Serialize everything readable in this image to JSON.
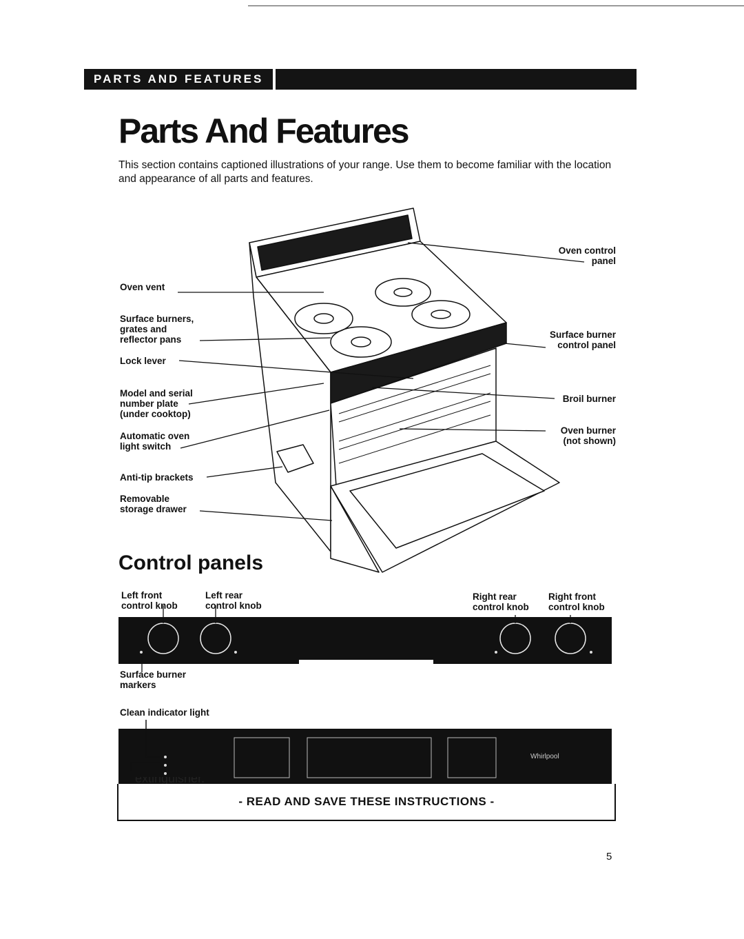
{
  "banner": "PARTS AND FEATURES",
  "title": "Parts And Features",
  "intro": "This section contains captioned illustrations of your range. Use them to become familiar with the location and appearance of all parts and features.",
  "range_labels": {
    "oven_vent": "Oven vent",
    "surface_burners": "Surface burners,\ngrates and\nreflector pans",
    "lock_lever": "Lock lever",
    "model_serial": "Model and serial\nnumber plate\n(under cooktop)",
    "auto_light": "Automatic oven\nlight switch",
    "anti_tip": "Anti-tip brackets",
    "storage_drawer": "Removable\nstorage drawer",
    "oven_control_panel": "Oven control\npanel",
    "surface_burner_control": "Surface burner\ncontrol panel",
    "broil_burner": "Broil burner",
    "oven_burner": "Oven burner\n(not shown)"
  },
  "control_panels_heading": "Control panels",
  "knob_labels": {
    "left_front": "Left front\ncontrol knob",
    "left_rear": "Left rear\ncontrol knob",
    "right_rear": "Right rear\ncontrol knob",
    "right_front": "Right front\ncontrol knob"
  },
  "surface_markers": "Surface burner\nmarkers",
  "clean_indicator": "Clean indicator light",
  "panel_text": {
    "partial": "extinguisher.",
    "brand": "Whirlpool"
  },
  "read_save": "- READ AND SAVE THESE INSTRUCTIONS -",
  "page_number": "5"
}
